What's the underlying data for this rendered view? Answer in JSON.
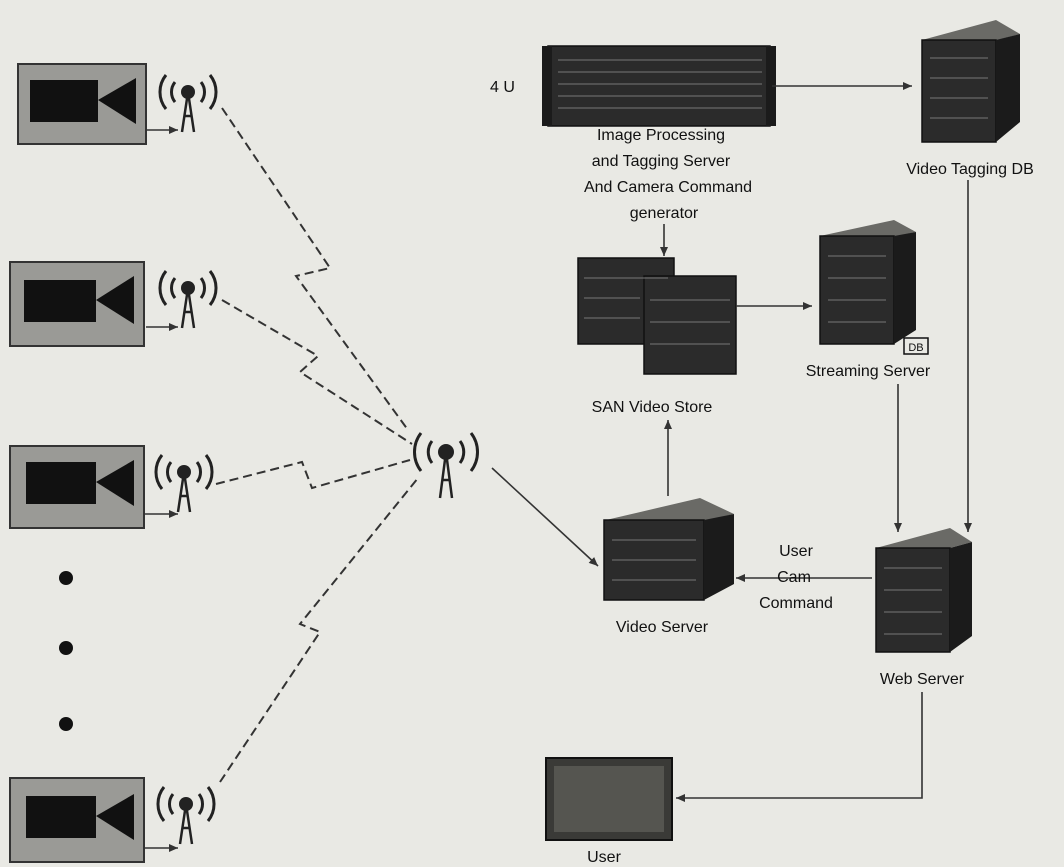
{
  "labels": {
    "rack_units": "4 U",
    "image_server": [
      "Image Processing",
      "and Tagging Server",
      "And Camera Command",
      "generator"
    ],
    "video_tagging_db": "Video Tagging DB",
    "san_store": "SAN Video Store",
    "streaming_server": "Streaming Server",
    "streaming_badge": "DB",
    "video_server": "Video Server",
    "user_cam_command": [
      "User",
      "Cam",
      "Command"
    ],
    "web_server": "Web Server",
    "user": "User"
  },
  "nodes": {
    "cameras": [
      "camera",
      "camera",
      "camera",
      "camera"
    ],
    "ellipsis_dots": [
      "dot",
      "dot",
      "dot"
    ]
  },
  "colors": {
    "background": "#e9e9e4",
    "ink": "#111111",
    "device": "#2b2b2b"
  }
}
